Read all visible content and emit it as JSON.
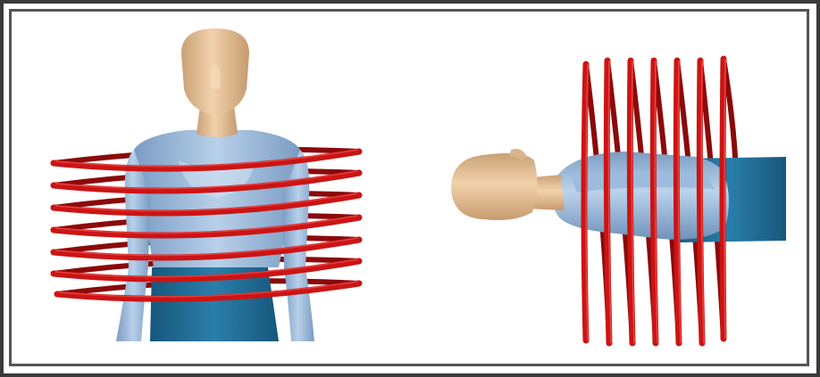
{
  "figure": {
    "panels": [
      {
        "id": "left",
        "subject": "mannequin-front-view",
        "coil_turns": 7
      },
      {
        "id": "right",
        "subject": "mannequin-top-view",
        "coil_turns": 7
      }
    ],
    "colors": {
      "coil": "#cc1414",
      "coil_dark": "#8a0a0a",
      "skin": "#e8c49a",
      "shirt": "#9cbcdc",
      "pants": "#1f6a94",
      "frame": "#3a3a3a"
    }
  }
}
